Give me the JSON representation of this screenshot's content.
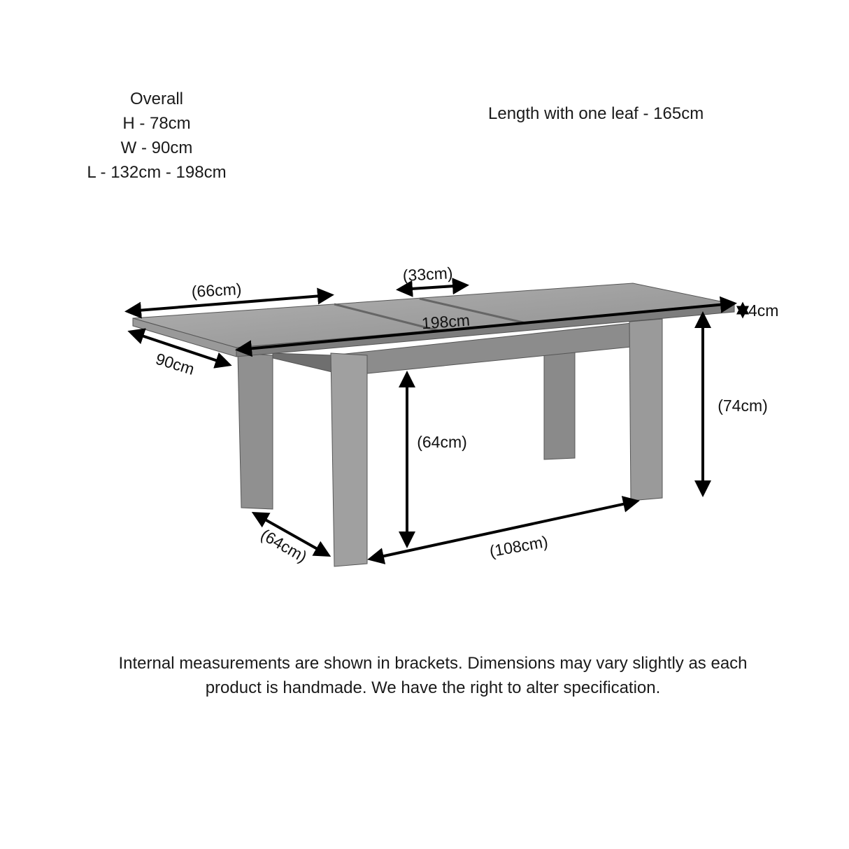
{
  "overall": {
    "title": "Overall",
    "height": "H - 78cm",
    "width": "W - 90cm",
    "length": "L - 132cm - 198cm"
  },
  "leaf_note": "Length with one leaf - 165cm",
  "dimensions": {
    "top_end_length": "(66cm)",
    "leaf_width": "(33cm)",
    "total_length": "198cm",
    "width": "90cm",
    "top_thickness": "4cm",
    "table_height_inner": "(74cm)",
    "leg_clearance": "(64cm)",
    "leg_span_width": "(64cm)",
    "leg_span_length": "(108cm)"
  },
  "footer": {
    "line1": "Internal measurements are shown in brackets. Dimensions may vary slightly as each",
    "line2": "product is handmade. We have the right to alter specification."
  },
  "colors": {
    "wood_light": "#a9a9a9",
    "wood_dark": "#6e6e6e",
    "arrow": "#000000"
  }
}
